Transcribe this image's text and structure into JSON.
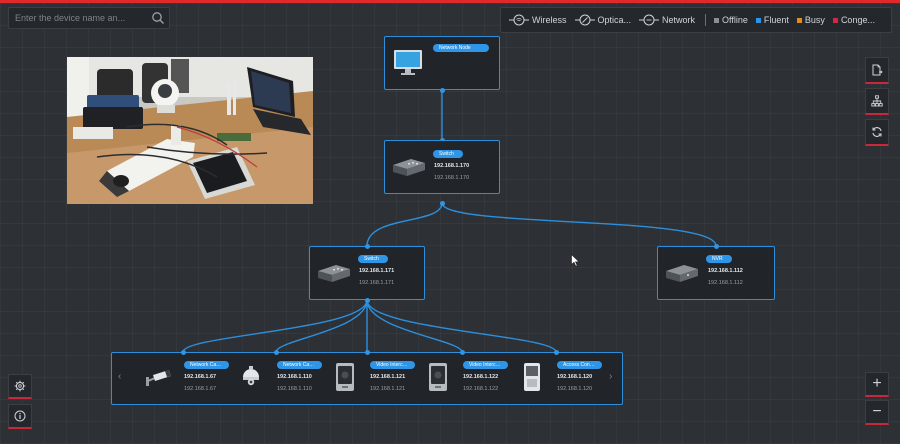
{
  "search": {
    "placeholder": "Enter the device name an..."
  },
  "legend": {
    "links": [
      {
        "label": "Wireless",
        "icon": "wireless-link-icon"
      },
      {
        "label": "Optica...",
        "icon": "optical-link-icon"
      },
      {
        "label": "Network",
        "icon": "network-link-icon"
      }
    ],
    "states": [
      {
        "label": "Offline",
        "color": "#8a9096"
      },
      {
        "label": "Fluent",
        "color": "#2f95e6"
      },
      {
        "label": "Busy",
        "color": "#e88a1a"
      },
      {
        "label": "Conge...",
        "color": "#d1284a"
      }
    ]
  },
  "toolbar": {
    "export": "export-icon",
    "topology": "topology-icon",
    "refresh": "refresh-icon",
    "zoom_in": "+",
    "zoom_out": "−"
  },
  "nodes": {
    "root": {
      "type": "Network Node"
    },
    "switch_core": {
      "type": "Switch",
      "ip": "192.168.1.170",
      "ip_sub": "192.168.1.170"
    },
    "switch_access": {
      "type": "Switch",
      "ip": "192.168.1.171",
      "ip_sub": "192.168.1.171"
    },
    "nvr": {
      "type": "NVR",
      "ip": "192.168.1.112",
      "ip_sub": "192.168.1.112"
    }
  },
  "devices": [
    {
      "type": "Network Cam...",
      "ip": "192.168.1.67",
      "ip_sub": "192.168.1.67",
      "icon": "bullet-camera-icon"
    },
    {
      "type": "Network Cam...",
      "ip": "192.168.1.110",
      "ip_sub": "192.168.1.110",
      "icon": "dome-camera-icon"
    },
    {
      "type": "Video Interco...",
      "ip": "192.168.1.121",
      "ip_sub": "192.168.1.121",
      "icon": "video-intercom-icon"
    },
    {
      "type": "Video Interco...",
      "ip": "192.168.1.122",
      "ip_sub": "192.168.1.122",
      "icon": "video-intercom-icon"
    },
    {
      "type": "Access Contr...",
      "ip": "192.168.1.120",
      "ip_sub": "192.168.1.120",
      "icon": "access-control-icon"
    }
  ],
  "pager": {
    "prev": "‹",
    "next": "›"
  }
}
